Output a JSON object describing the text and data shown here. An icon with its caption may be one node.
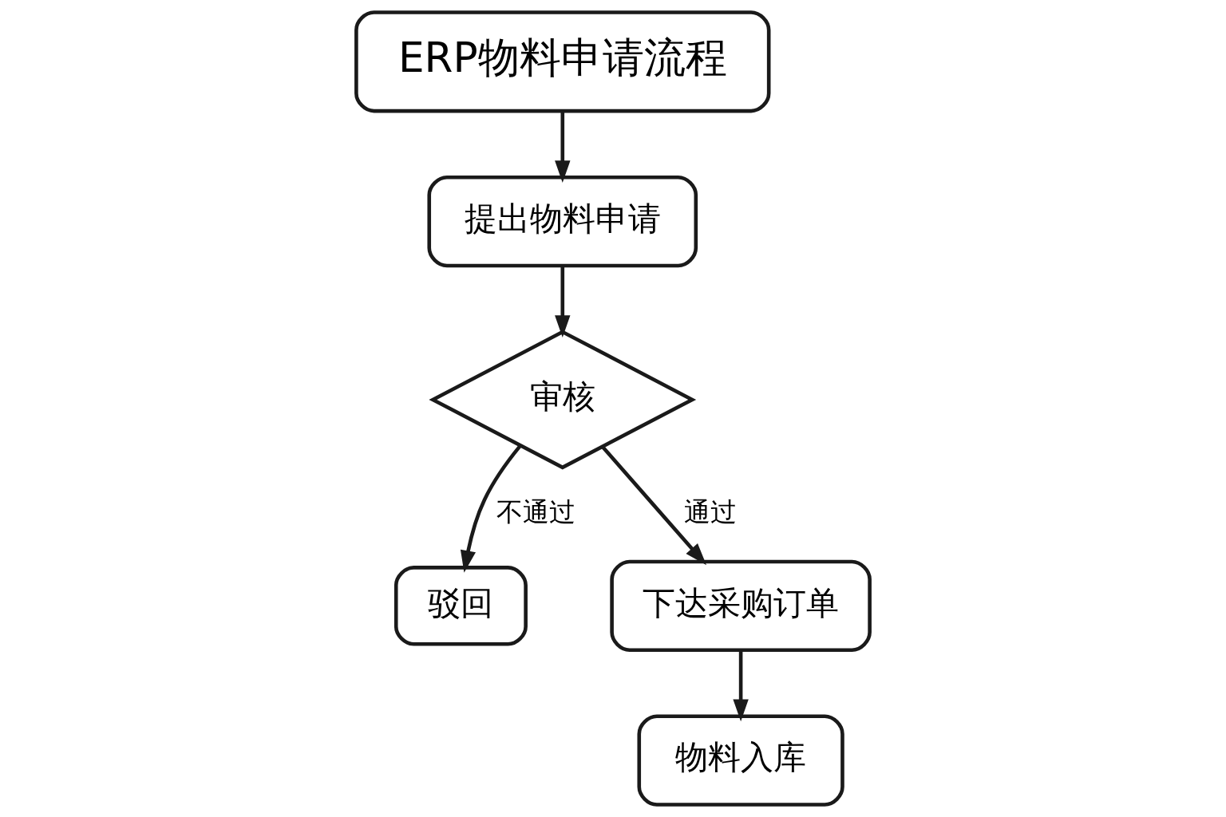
{
  "diagram": {
    "nodes": [
      {
        "text": [
          "ERP物料申请流程"
        ]
      },
      {
        "text": [
          "提出物料申请"
        ]
      },
      {
        "text": [
          "审核"
        ]
      },
      {
        "text": [
          "驳回"
        ]
      },
      {
        "text": [
          "下达采购订单"
        ]
      },
      {
        "text": [
          "物料入库"
        ]
      }
    ],
    "edges": [
      {
        "from": 0,
        "to": 1,
        "arrow": "to"
      },
      {
        "from": 1,
        "to": 2,
        "arrow": "to"
      },
      {
        "from": 2,
        "to": 3,
        "arrow": "to",
        "label": "不通过"
      },
      {
        "from": 2,
        "to": 4,
        "arrow": "to",
        "label": "通过"
      },
      {
        "from": 4,
        "to": 5,
        "arrow": "to"
      }
    ]
  }
}
